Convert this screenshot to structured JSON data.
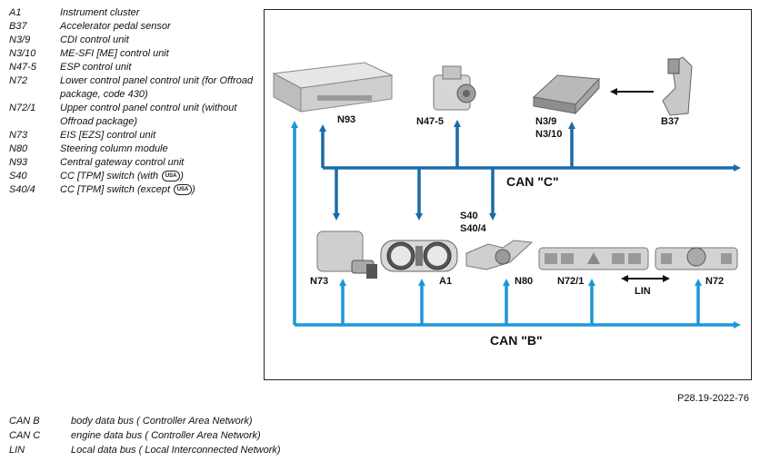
{
  "legend": [
    {
      "code": "A1",
      "desc": "Instrument cluster"
    },
    {
      "code": "B37",
      "desc": "Accelerator pedal sensor"
    },
    {
      "code": "N3/9",
      "desc": "CDI control unit"
    },
    {
      "code": "N3/10",
      "desc": "ME-SFI [ME] control unit"
    },
    {
      "code": "N47-5",
      "desc": "ESP control unit"
    },
    {
      "code": "N72",
      "desc": "Lower control panel control unit (for Offroad package, code 430)"
    },
    {
      "code": "N72/1",
      "desc": "Upper control panel control unit (without Offroad package)"
    },
    {
      "code": "N73",
      "desc": "EIS [EZS] control unit"
    },
    {
      "code": "N80",
      "desc": "Steering column module"
    },
    {
      "code": "N93",
      "desc": "Central gateway control unit"
    },
    {
      "code": "S40",
      "desc": "CC [TPM] switch (with"
    },
    {
      "code": "S40/4",
      "desc": "CC [TPM] switch (except"
    }
  ],
  "usa_badge": "USA",
  "diagram": {
    "bus_c_label": "CAN \"C\"",
    "bus_b_label": "CAN \"B\"",
    "lin_label": "LIN",
    "labels": {
      "n93": "N93",
      "n47_5": "N47-5",
      "n3_9": "N3/9",
      "n3_10": "N3/10",
      "b37": "B37",
      "s40": "S40",
      "s40_4": "S40/4",
      "n73": "N73",
      "a1": "A1",
      "n80": "N80",
      "n72_1": "N72/1",
      "n72": "N72"
    },
    "colors": {
      "bus": "#1a98d6",
      "bus_dark": "#1a6ba8",
      "frame": "#222222"
    }
  },
  "figure_ref": "P28.19-2022-76",
  "bus_legend": [
    {
      "code": "CAN B",
      "desc": "body data bus ( Controller Area Network)"
    },
    {
      "code": "CAN C",
      "desc": "engine data bus ( Controller Area Network)"
    },
    {
      "code": "LIN",
      "desc": "Local data bus ( Local Interconnected Network)"
    }
  ]
}
